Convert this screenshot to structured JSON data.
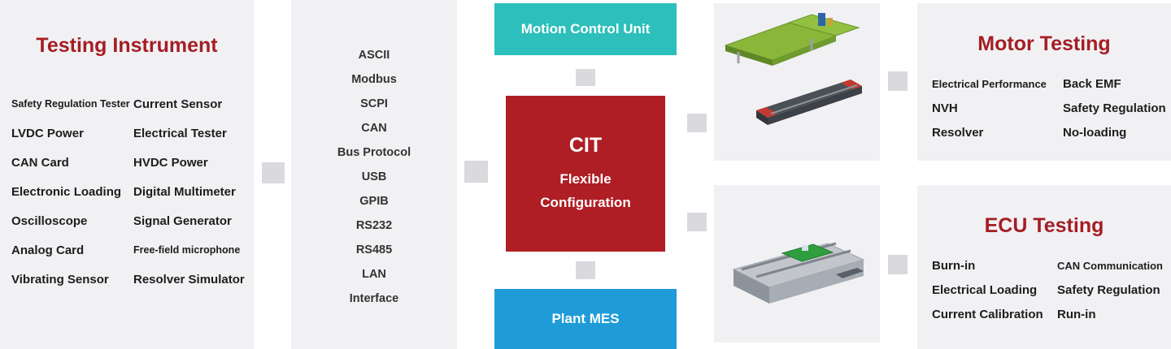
{
  "testing_instrument": {
    "title": "Testing Instrument",
    "col1": [
      "Safety Regulation Tester",
      "LVDC Power",
      "CAN Card",
      "Electronic Loading",
      "Oscilloscope",
      "Analog Card",
      "Vibrating Sensor"
    ],
    "col2": [
      "Current Sensor",
      "Electrical Tester",
      "HVDC Power",
      "Digital Multimeter",
      "Signal Generator",
      "Free-field microphone",
      "Resolver Simulator"
    ]
  },
  "protocols": {
    "items": [
      "ASCII",
      "Modbus",
      "SCPI",
      "CAN",
      "Bus Protocol",
      "USB",
      "GPIB",
      "RS232",
      "RS485",
      "LAN",
      "Interface"
    ]
  },
  "center": {
    "motion_control": "Motion Control Unit",
    "cit_title": "CIT",
    "cit_line1": "Flexible",
    "cit_line2": "Configuration",
    "plant_mes": "Plant MES"
  },
  "motor_testing": {
    "title": "Motor Testing",
    "col1": [
      "Electrical Performance",
      "NVH",
      "Resolver"
    ],
    "col2": [
      "Back EMF",
      "Safety Regulation",
      "No-loading"
    ]
  },
  "ecu_testing": {
    "title": "ECU Testing",
    "col1": [
      "Burn-in",
      "Electrical Loading",
      "Current Calibration"
    ],
    "col2": [
      "CAN Communication",
      "Safety Regulation",
      "Run-in"
    ]
  },
  "colors": {
    "title_red": "#a41e23",
    "cit_box_red": "#ae1e24",
    "motion_teal": "#2dbfbb",
    "mes_blue": "#1f9cd8",
    "panel_gray": "#f1f1f4",
    "connector_gray": "#d9d9de"
  }
}
